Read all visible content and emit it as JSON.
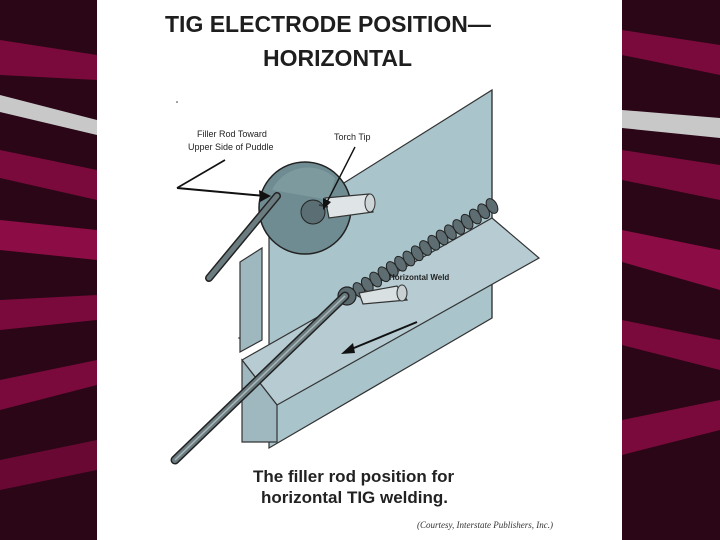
{
  "slide": {
    "title_line_1": "TIG ELECTRODE POSITION—",
    "title_line_2": "HORIZONTAL"
  },
  "diagram": {
    "labels": {
      "filler_rod": [
        "Filler Rod Toward",
        "Upper Side of Puddle"
      ],
      "torch_tip": "Torch Tip",
      "horizontal_weld": "Horizontal Weld"
    }
  },
  "caption": {
    "line_1": "The filler rod position for",
    "line_2": "horizontal TIG welding.",
    "courtesy": "(Courtesy, Interstate Publishers, Inc.)"
  },
  "colors": {
    "background": "#2a0616",
    "stripe": "#7a0a3c",
    "plate": "#a9c4cb",
    "plate_shadow": "#7f9ea6",
    "magnifier": "#6f8c92",
    "rod": "#4d5e63"
  }
}
